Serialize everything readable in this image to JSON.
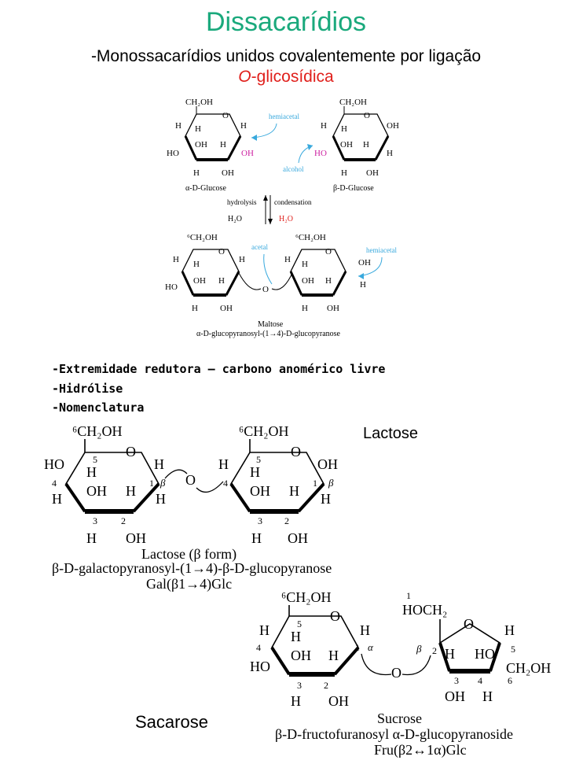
{
  "header": {
    "title": "Dissacarídios",
    "subtitle_line1": "-Monossacarídios unidos covalentemente por ligação",
    "subtitle_prefix": "O",
    "subtitle_suffix": "-glicosídica"
  },
  "maltose_scheme": {
    "glucose_left_name": "α-D-Glucose",
    "glucose_right_name": "β-D-Glucose",
    "hemiacetal_label": "hemiacetal",
    "alcohol_label": "alcohol",
    "acetal_label": "acetal",
    "hydrolysis_label": "hydrolysis",
    "condensation_label": "condensation",
    "water_left": "H₂O",
    "water_right": "H₂O",
    "product_name": "Maltose",
    "product_systematic": "α-D-glucopyranosyl-(1→4)-D-glucopyranose"
  },
  "bullets": [
    "-Extremidade redutora – carbono anomérico livre",
    "-Hidrólise",
    "-Nomenclatura"
  ],
  "lactose": {
    "label": "Lactose",
    "caption1": "Lactose (β form)",
    "caption2": "β-D-galactopyranosyl-(1→4)-β-D-glucopyranose",
    "caption3": "Gal(β1→4)Glc"
  },
  "sucrose": {
    "label": "Sacarose",
    "caption1": "Sucrose",
    "caption2": "β-D-fructofuranosyl α-D-glucopyranoside",
    "caption3": "Fru(β2↔1α)Glc"
  },
  "atoms": {
    "ch2oh": "CH₂OH",
    "ch2oh_6": "⁶CH₂OH",
    "hoch2": "HOCH₂",
    "o": "O",
    "h": "H",
    "oh": "OH",
    "ho": "HO",
    "n1": "1",
    "n2": "2",
    "n3": "3",
    "n4": "4",
    "n5": "5",
    "n6": "6",
    "alpha": "α",
    "beta": "β"
  },
  "colors": {
    "title": "#1aa97c",
    "highlight_red": "#e0201c",
    "annotation_cyan": "#39a9dd",
    "hydroxyl_magenta": "#cc1ea0"
  }
}
